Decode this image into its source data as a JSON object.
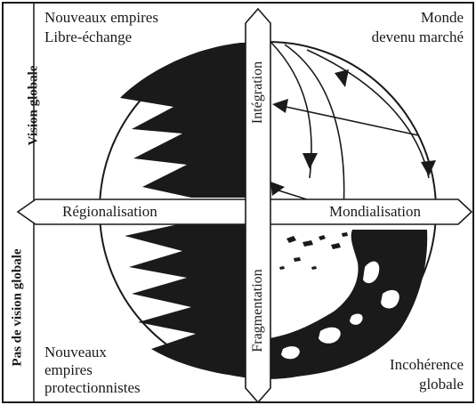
{
  "quadrants": {
    "top_left": [
      "Nouveaux empires",
      "Libre-échange"
    ],
    "top_right": [
      "Monde",
      "devenu marché"
    ],
    "bottom_left": [
      "Nouveaux",
      "empires",
      "protectionnistes"
    ],
    "bottom_right": [
      "Incohérence",
      "globale"
    ]
  },
  "side_labels": {
    "top": "Vision globale",
    "bottom": "Pas de vision globale"
  },
  "axes": {
    "left": "Régionalisation",
    "right": "Mondialisation",
    "up": "Intégration",
    "down": "Fragmentation"
  },
  "colors": {
    "ink": "#1a1a1a",
    "background": "#ffffff"
  }
}
